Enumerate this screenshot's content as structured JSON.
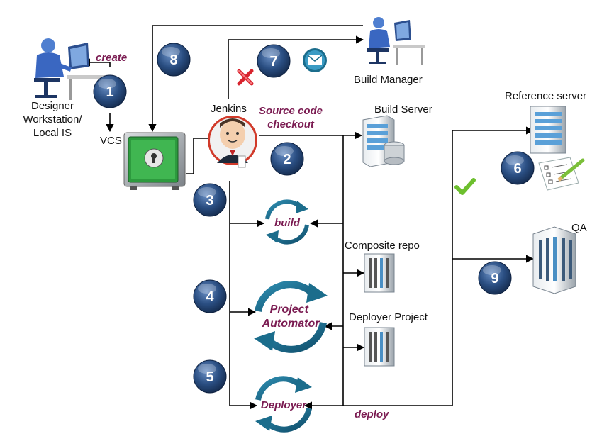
{
  "labels": {
    "create": "create",
    "designer": "Designer\nWorkstation/\nLocal IS",
    "vcs": "VCS",
    "jenkins": "Jenkins",
    "source_checkout": "Source code\ncheckout",
    "build_server": "Build Server",
    "build_manager": "Build Manager",
    "reference_server": "Reference server",
    "qa": "QA",
    "composite_repo": "Composite repo",
    "deployer_project": "Deployer Project",
    "deploy": "deploy",
    "build": "build",
    "project_automator": "Project\nAutomator",
    "deployer": "Deployer"
  },
  "steps": [
    "1",
    "2",
    "3",
    "4",
    "5",
    "6",
    "7",
    "8",
    "9"
  ],
  "icons": {
    "designer": "designer-workstation-icon",
    "build_manager": "build-manager-workstation-icon",
    "vcs": "vault-safe-icon",
    "jenkins": "jenkins-butler-icon",
    "email": "email-envelope-icon",
    "fail": "red-x-icon",
    "success": "green-checkmark-icon",
    "build_server": "server-database-icon",
    "reference_server": "reference-server-icon",
    "checklist": "checklist-pencil-icon",
    "qa": "qa-server-rack-icon",
    "composite_repo": "storage-rack-icon",
    "deployer_project": "storage-rack-icon"
  },
  "colors": {
    "badge": "#1f3c68",
    "cycle": "#1b6d8c",
    "italic_text": "#7b1c52",
    "lines": "#000000"
  }
}
